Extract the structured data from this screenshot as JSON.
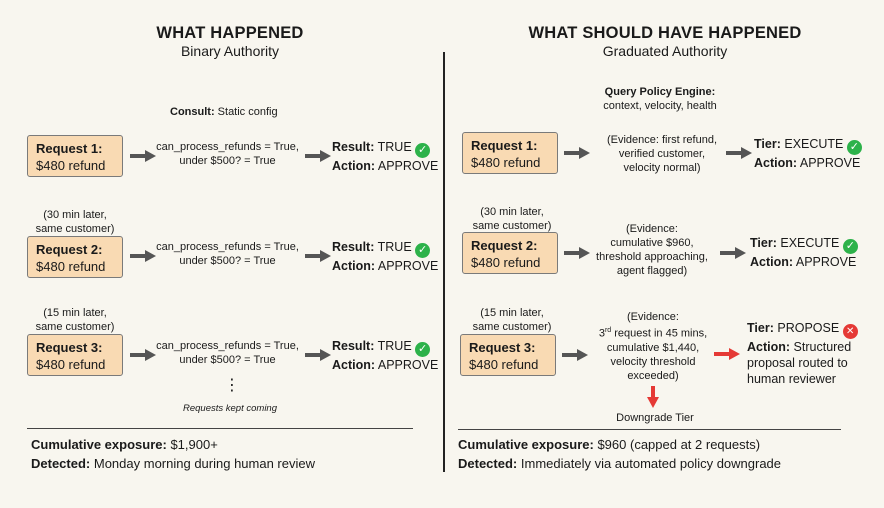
{
  "left": {
    "title": "WHAT HAPPENED",
    "subtitle": "Binary Authority",
    "consult_label": "Consult:",
    "consult_value": "Static config",
    "requests": [
      {
        "note1": "",
        "note2": "",
        "title": "Request 1:",
        "amount": "$480 refund",
        "mid1": "can_process_refunds = True,",
        "mid2": "under $500? = True",
        "result_label": "Result:",
        "result_value": "TRUE",
        "action_label": "Action:",
        "action_value": "APPROVE"
      },
      {
        "note1": "(30 min later,",
        "note2": "same customer)",
        "title": "Request 2:",
        "amount": "$480 refund",
        "mid1": "can_process_refunds = True,",
        "mid2": "under $500? = True",
        "result_label": "Result:",
        "result_value": "TRUE",
        "action_label": "Action:",
        "action_value": "APPROVE"
      },
      {
        "note1": "(15 min later,",
        "note2": "same customer)",
        "title": "Request 3:",
        "amount": "$480 refund",
        "mid1": "can_process_refunds = True,",
        "mid2": "under $500? = True",
        "result_label": "Result:",
        "result_value": "TRUE",
        "action_label": "Action:",
        "action_value": "APPROVE"
      }
    ],
    "ellipsis": "⋮",
    "kept_coming": "Requests kept coming",
    "exposure_label": "Cumulative exposure:",
    "exposure_value": "$1,900+",
    "detected_label": "Detected:",
    "detected_value": "Monday morning during human review"
  },
  "right": {
    "title": "WHAT SHOULD HAVE HAPPENED",
    "subtitle": "Graduated Authority",
    "query_label": "Query Policy Engine:",
    "query_value": "context, velocity, health",
    "requests": [
      {
        "note1": "",
        "note2": "",
        "title": "Request 1:",
        "amount": "$480 refund",
        "ev": [
          "(Evidence: first refund,",
          "verified customer,",
          "velocity normal)"
        ],
        "tier_label": "Tier:",
        "tier_value": "EXECUTE",
        "action_label": "Action:",
        "action_value": "APPROVE"
      },
      {
        "note1": "(30 min later,",
        "note2": "same customer)",
        "title": "Request 2:",
        "amount": "$480 refund",
        "ev": [
          "(Evidence:",
          "cumulative $960,",
          "threshold approaching,",
          "agent flagged)"
        ],
        "tier_label": "Tier:",
        "tier_value": "EXECUTE",
        "action_label": "Action:",
        "action_value": "APPROVE"
      },
      {
        "note1": "(15 min later,",
        "note2": "same customer)",
        "title": "Request 3:",
        "amount": "$480 refund",
        "ev0": "(Evidence:",
        "ev_sup_num": "3",
        "ev_sup": "rd",
        "ev_rest": " request in 45 mins,",
        "ev": [
          "cumulative $1,440,",
          "velocity threshold",
          "exceeded)"
        ],
        "tier_label": "Tier:",
        "tier_value": "PROPOSE",
        "action_label": "Action:",
        "action_value1": "Structured",
        "action_value2": "proposal routed to",
        "action_value3": "human reviewer"
      }
    ],
    "downgrade": "Downgrade Tier",
    "exposure_label": "Cumulative exposure:",
    "exposure_value": "$960 (capped at 2 requests)",
    "detected_label": "Detected:",
    "detected_value": "Immediately via automated policy downgrade"
  },
  "colors": {
    "request_fill": "#f9dab3",
    "check": "#2db24a",
    "cross": "#e53935",
    "arrow_dark": "#555555",
    "arrow_red": "#e53935"
  }
}
